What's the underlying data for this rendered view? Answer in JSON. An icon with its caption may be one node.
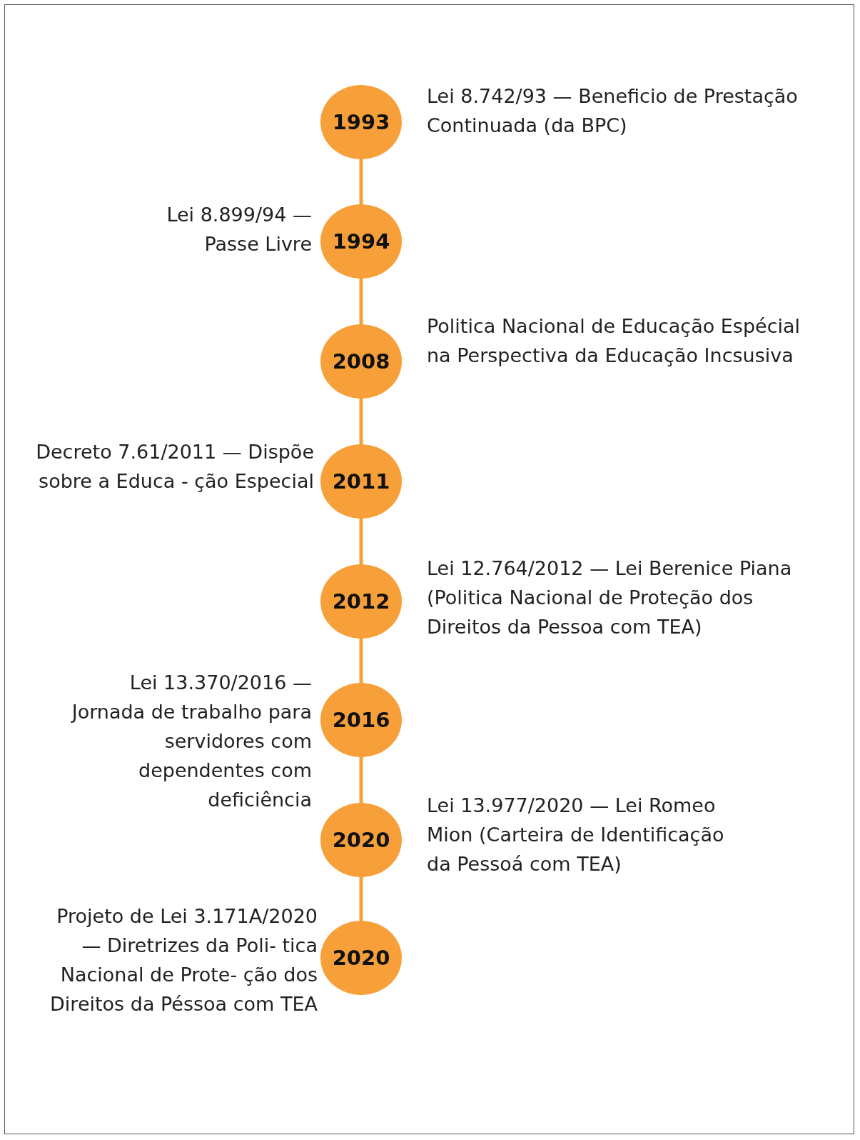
{
  "diagram": {
    "nodes": [
      {
        "text": [
          "1993"
        ],
        "beside": [
          "Lei 8.742/93 — Beneficio de Prestação Continuada (da BPC)"
        ]
      },
      {
        "text": [
          "1994"
        ],
        "beside": [
          "Lei 8.899/94 — Passe Livre"
        ]
      },
      {
        "text": [
          "2008"
        ],
        "beside": [
          "Politica Nacional de Educação Espécial na Perspectiva da Educação Incsusiva"
        ]
      },
      {
        "text": [
          "2011"
        ],
        "beside": [
          "Decreto 7.61/2011 — Dispõe sobre a Educa - ção Especial"
        ]
      },
      {
        "text": [
          "2012"
        ],
        "beside": [
          "Lei 12.764/2012 — Lei Berenice Piana (Politica Nacional de Proteção dos Direitos da Pessoa com TEA)"
        ]
      },
      {
        "text": [
          "2016"
        ],
        "beside": [
          "Lei 13.370/2016 — Jornada de trabalho para servidores com dependentes com deficiência"
        ]
      },
      {
        "text": [
          "2020"
        ],
        "beside": [
          "Lei 13.977/2020 — Lei Romeo Mion (Carteira de Identificação da Pessoá com TEA)"
        ]
      },
      {
        "text": [
          "2020"
        ],
        "beside": [
          "Projeto de Lei 3.171A/2020 — Diretrizes da Poli- tica Nacional de Prote- ção dos Direitos da Péssoa com TEA"
        ]
      }
    ],
    "edges": [
      {
        "from": 0,
        "to": 1,
        "arrow": "none"
      },
      {
        "from": 1,
        "to": 2,
        "arrow": "none"
      },
      {
        "from": 2,
        "to": 3,
        "arrow": "none"
      },
      {
        "from": 3,
        "to": 4,
        "arrow": "none"
      },
      {
        "from": 4,
        "to": 5,
        "arrow": "none"
      },
      {
        "from": 5,
        "to": 6,
        "arrow": "none"
      },
      {
        "from": 6,
        "to": 7,
        "arrow": "none"
      }
    ]
  }
}
